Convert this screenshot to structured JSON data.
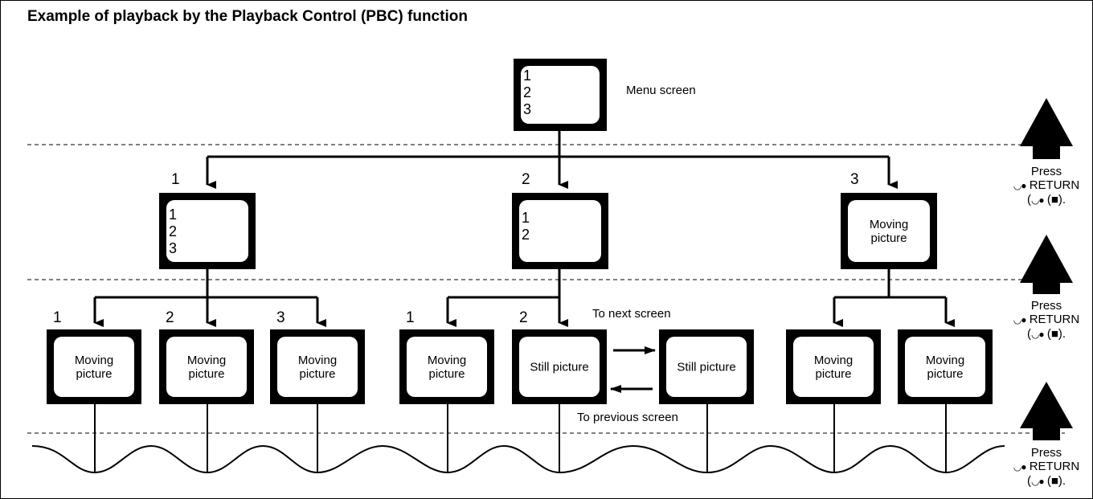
{
  "title": "Example of playback by the Playback Control (PBC) function",
  "menu_screen": {
    "items": [
      "1",
      "2",
      "3"
    ],
    "caption": "Menu screen"
  },
  "level1": [
    {
      "num": "1",
      "items": [
        "1",
        "2",
        "3"
      ]
    },
    {
      "num": "2",
      "items": [
        "1",
        "2"
      ]
    },
    {
      "num": "3",
      "label": "Moving picture"
    }
  ],
  "level2": [
    {
      "num": "1",
      "label": "Moving picture"
    },
    {
      "num": "2",
      "label": "Moving picture"
    },
    {
      "num": "3",
      "label": "Moving picture"
    },
    {
      "num": "1",
      "label": "Moving picture"
    },
    {
      "num": "2",
      "label": "Still picture"
    },
    {
      "num": "",
      "label": "Still picture"
    },
    {
      "num": "",
      "label": "Moving picture"
    },
    {
      "num": "",
      "label": "Moving picture"
    }
  ],
  "navigation": {
    "next": "To next screen",
    "previous": "To previous screen"
  },
  "press": [
    {
      "press": "Press",
      "return": "RETURN",
      "sub": "(■)."
    },
    {
      "press": "Press",
      "return": "RETURN",
      "sub": "(■)."
    },
    {
      "press": "Press",
      "return": "RETURN",
      "sub": "(■)."
    }
  ],
  "icons": {
    "return_icon": "return-icon",
    "up_arrow": "up-arrow-icon",
    "stop_symbol": "stop-icon"
  }
}
